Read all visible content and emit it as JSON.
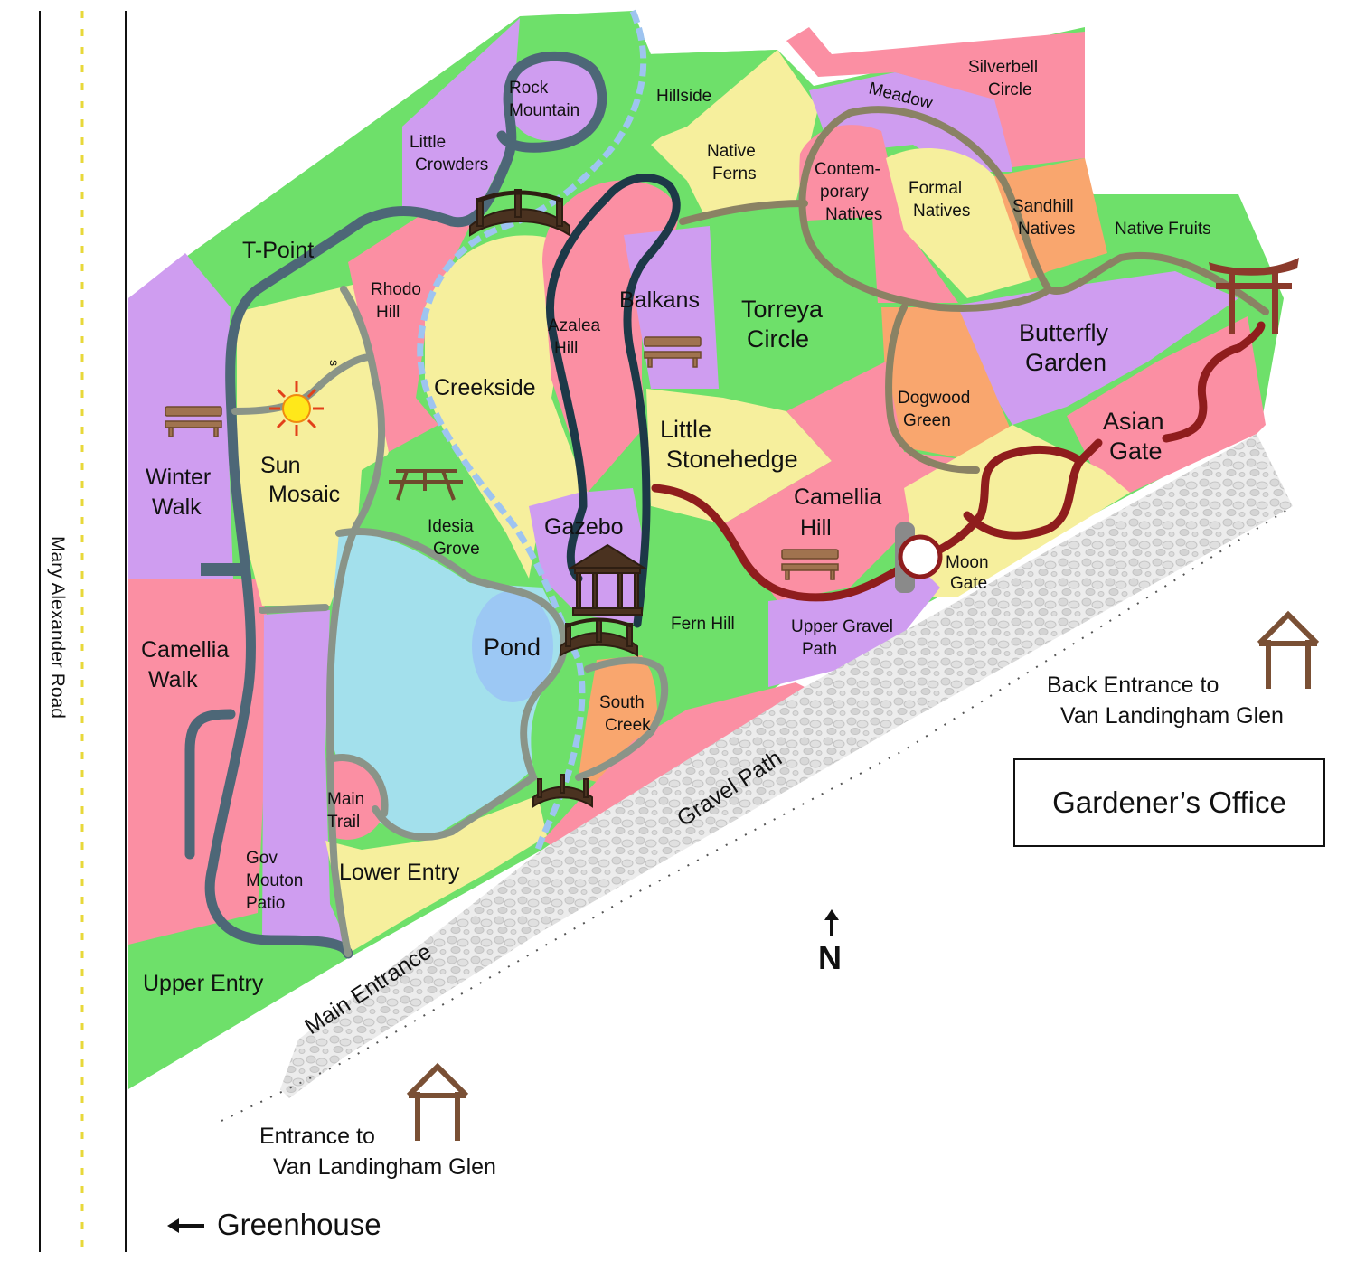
{
  "road": {
    "name": "Mary Alexander Road"
  },
  "areas": {
    "rock_mountain": [
      "Rock",
      "Mountain"
    ],
    "hillside": "Hillside",
    "little_crowders": [
      "Little",
      "Crowders"
    ],
    "native_ferns": [
      "Native",
      "Ferns"
    ],
    "meadow": "Meadow",
    "silverbell_circle": [
      "Silverbell",
      "Circle"
    ],
    "contemporary_natives": [
      "Contem-",
      "porary",
      "Natives"
    ],
    "formal_natives": [
      "Formal",
      "Natives"
    ],
    "sandhill_natives": [
      "Sandhill",
      "Natives"
    ],
    "native_fruits": "Native Fruits",
    "t_point": "T-Point",
    "rhodo_hill": [
      "Rhodo",
      "Hill"
    ],
    "azalea_hill": [
      "Azalea",
      "Hill"
    ],
    "balkans": "Balkans",
    "torreya_circle": [
      "Torreya",
      "Circle"
    ],
    "butterfly_garden": [
      "Butterfly",
      "Garden"
    ],
    "creekside": "Creekside",
    "dogwood_green": [
      "Dogwood",
      "Green"
    ],
    "little_stonehedge": [
      "Little",
      "Stonehedge"
    ],
    "asian_gate": [
      "Asian",
      "Gate"
    ],
    "sun_mosaic": [
      "Sun",
      "Mosaic"
    ],
    "winter_walk": [
      "Winter",
      "Walk"
    ],
    "camellia_hill": [
      "Camellia",
      "Hill"
    ],
    "idesia_grove": [
      "Idesia",
      "Grove"
    ],
    "gazebo": "Gazebo",
    "moon_gate": [
      "Moon",
      "Gate"
    ],
    "camellia_walk": [
      "Camellia",
      "Walk"
    ],
    "pond": "Pond",
    "fern_hill": "Fern Hill",
    "upper_gravel_path": [
      "Upper Gravel",
      "Path"
    ],
    "south_creek": [
      "South",
      "Creek"
    ],
    "main_trail": [
      "Main",
      "Trail"
    ],
    "gov_mouton_patio": [
      "Gov",
      "Mouton",
      "Patio"
    ],
    "lower_entry": "Lower Entry",
    "upper_entry": "Upper Entry",
    "s_marker": "s"
  },
  "paths": {
    "gravel_path": "Gravel Path",
    "main_entrance": "Main Entrance"
  },
  "entrances": {
    "back_entrance": [
      "Back Entrance to",
      "Van Landingham Glen"
    ],
    "front_entrance": [
      "Entrance to",
      "Van Landingham Glen"
    ]
  },
  "office": {
    "label": "Gardener’s Office"
  },
  "compass": {
    "label": "N"
  },
  "greenhouse": {
    "label": "Greenhouse"
  },
  "colors": {
    "green": "#6ee06a",
    "purple": "#cf9df0",
    "pink": "#fb8fa3",
    "yellow": "#f6ef9d",
    "orange": "#f9a66e",
    "pond_light": "#a3e0ec",
    "pond_dark": "#9cc8f4",
    "creek": "#9ec4f0",
    "red_path": "#8f1d1d",
    "dark_path": "#1d3948",
    "trail": "#8a8264"
  }
}
